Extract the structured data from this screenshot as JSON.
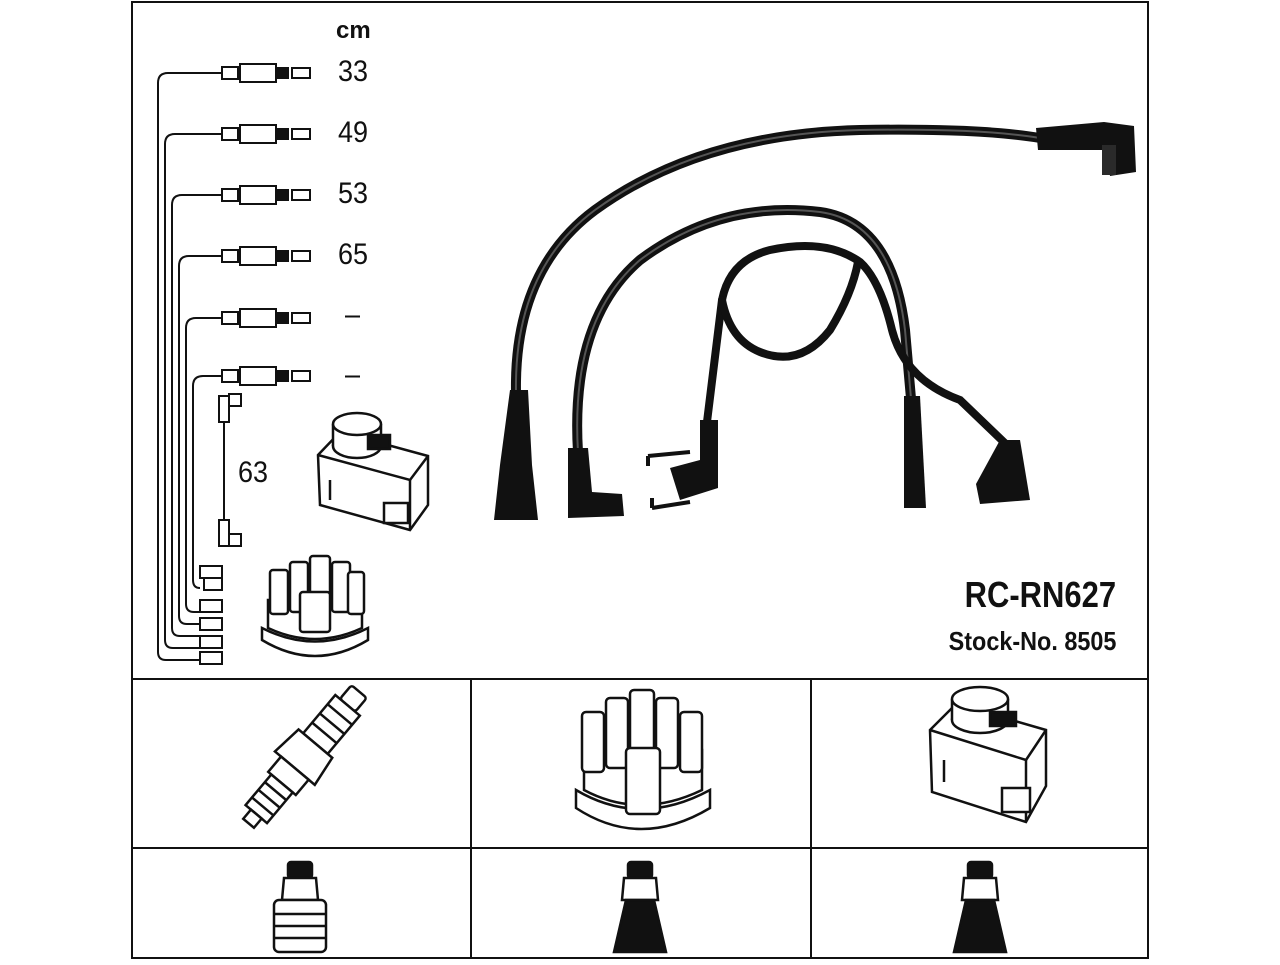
{
  "header": {
    "unit": "cm",
    "model": "RC-RN627",
    "stock": "Stock-No. 8505"
  },
  "lengths": [
    "33",
    "49",
    "53",
    "65",
    "–",
    "–"
  ],
  "coil_lead_length": "63",
  "colors": {
    "line": "#111111",
    "cable": "#2a2a2a",
    "background": "#ffffff"
  }
}
